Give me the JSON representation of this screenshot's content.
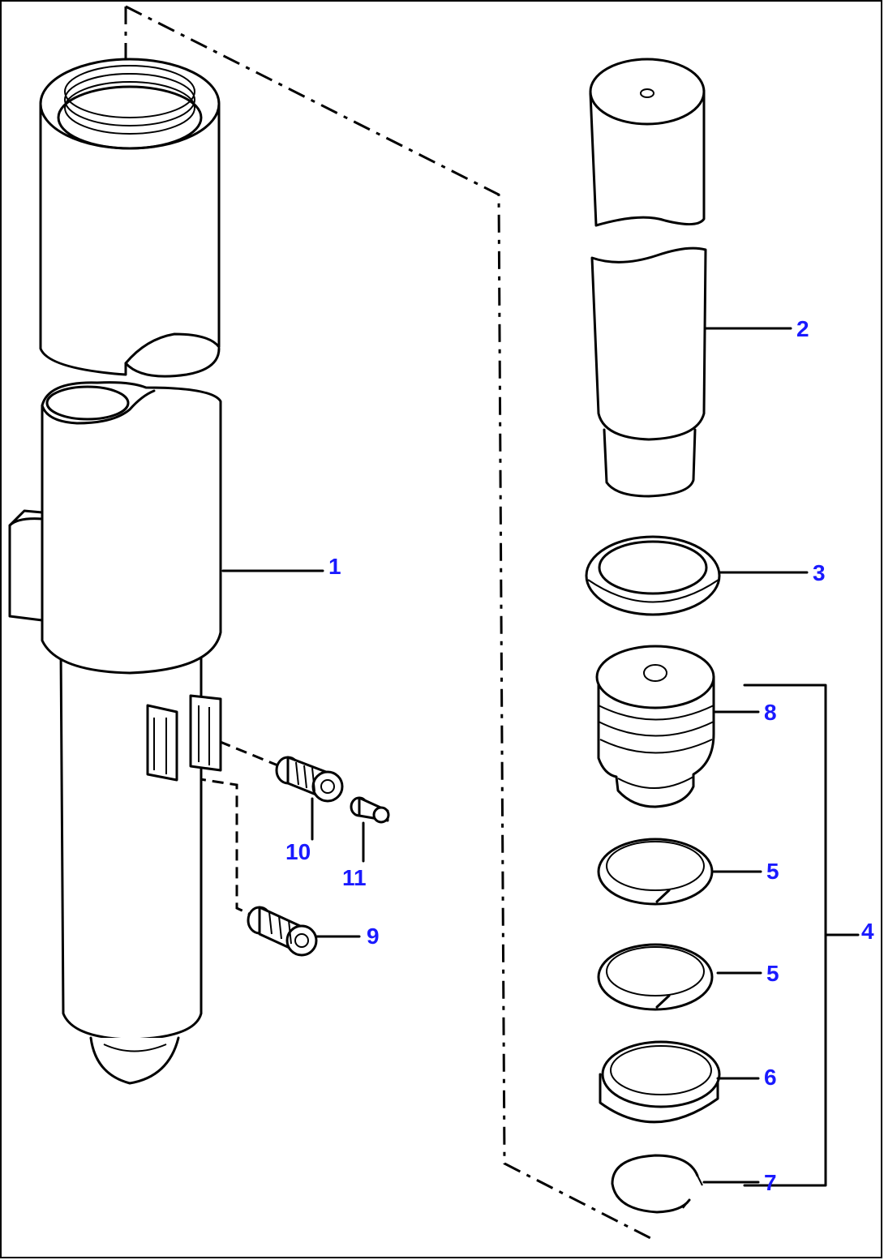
{
  "callouts": [
    {
      "id": "1",
      "label": "1"
    },
    {
      "id": "2",
      "label": "2"
    },
    {
      "id": "3",
      "label": "3"
    },
    {
      "id": "4",
      "label": "4"
    },
    {
      "id": "5a",
      "label": "5"
    },
    {
      "id": "5b",
      "label": "5"
    },
    {
      "id": "6",
      "label": "6"
    },
    {
      "id": "7",
      "label": "7"
    },
    {
      "id": "8",
      "label": "8"
    },
    {
      "id": "9",
      "label": "9"
    },
    {
      "id": "10",
      "label": "10"
    },
    {
      "id": "11",
      "label": "11"
    }
  ],
  "colors": {
    "callout_text": "#1a1aff",
    "line_art": "#000000",
    "background": "#ffffff"
  }
}
